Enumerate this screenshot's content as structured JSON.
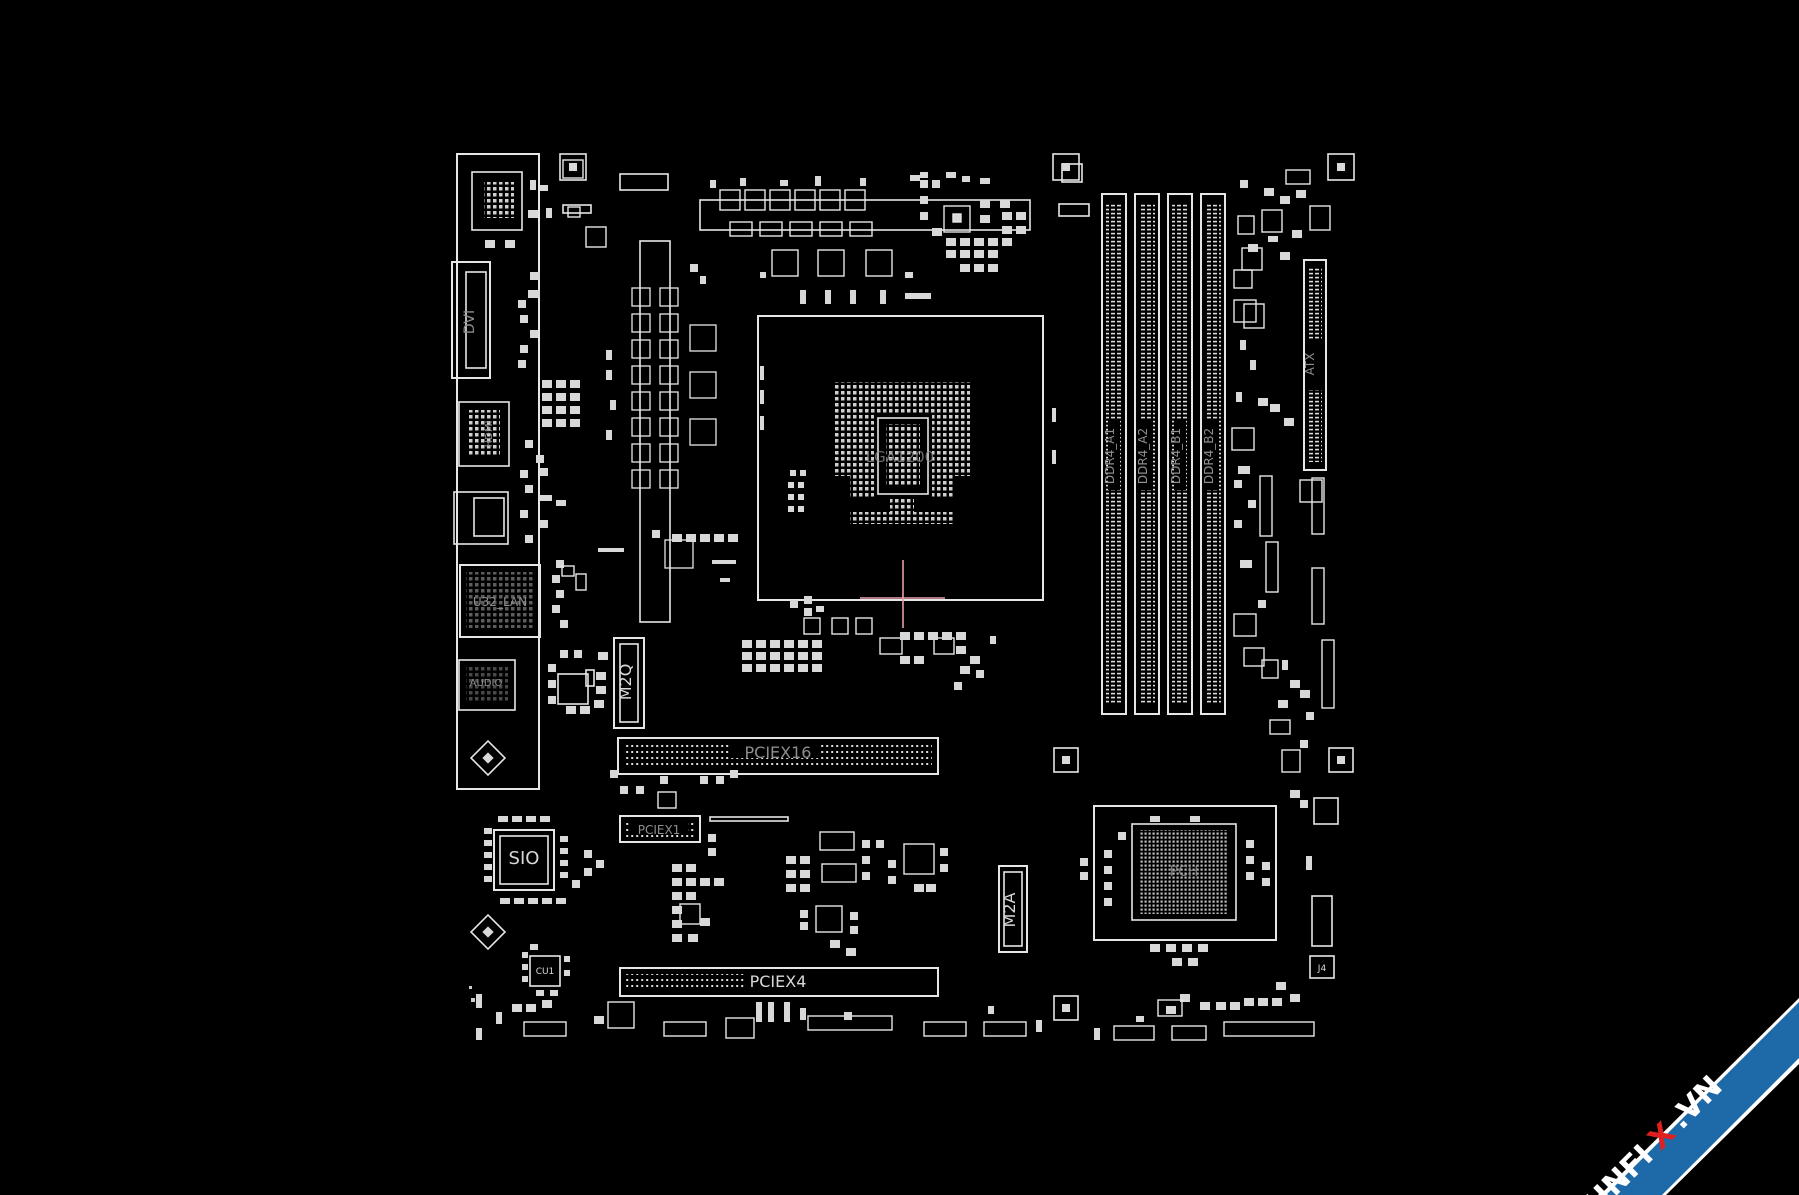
{
  "board": {
    "background_color": "#000000",
    "trace_color": "#e6e6e6",
    "marker_color": "#e9a0a8",
    "labels": {
      "cpu_socket": "LGA1200",
      "dvi": "DVI",
      "hdmi": "HDMI",
      "lan": "U32_LAN",
      "audio": "AUDIO",
      "sio": "SIO",
      "m2_top": "M2Q",
      "m2_bottom": "M2A",
      "pcie16": "PCIEX16",
      "pcie1": "PCIEX1",
      "pcie4": "PCIEX4",
      "dimm_a1": "DDR4_A1",
      "dimm_a2": "DDR4_A2",
      "dimm_b1": "DDR4_B1",
      "dimm_b2": "DDR4_B2",
      "atx": "ATX",
      "pch": "PCH",
      "cu1": "CU1",
      "j4": "J4"
    }
  },
  "watermark": {
    "text_1": "HNFI",
    "text_2": "X",
    "text_3": ".VN",
    "band_color": "#1e6aa8",
    "x_color": "#e02020"
  }
}
